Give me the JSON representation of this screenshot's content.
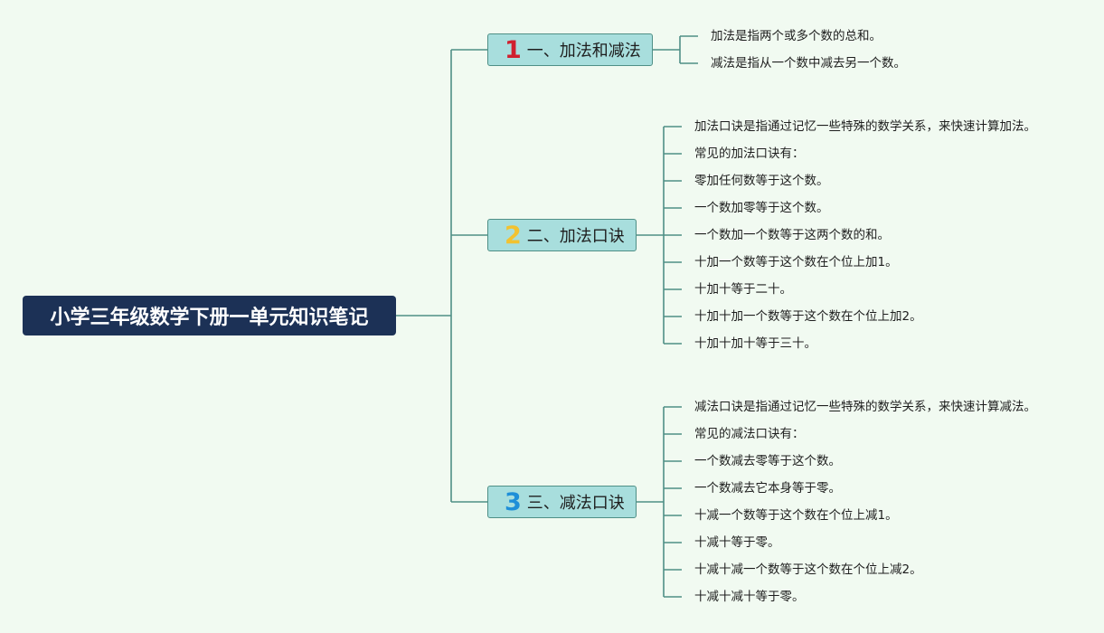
{
  "colors": {
    "background": "#f1faf1",
    "root_fill": "#1c3156",
    "branch_fill": "#a8dedd",
    "line": "#4f8f86",
    "num1": "#d0202e",
    "num2": "#f2c230",
    "num3": "#1e8fd8"
  },
  "root": {
    "title": "小学三年级数学下册一单元知识笔记"
  },
  "branches": [
    {
      "number": "1",
      "label": "一、加法和减法",
      "items": [
        "加法是指两个或多个数的总和。",
        "减法是指从一个数中减去另一个数。"
      ]
    },
    {
      "number": "2",
      "label": "二、加法口诀",
      "items": [
        "加法口诀是指通过记忆一些特殊的数学关系，来快速计算加法。",
        "常见的加法口诀有：",
        "零加任何数等于这个数。",
        "一个数加零等于这个数。",
        "一个数加一个数等于这两个数的和。",
        "十加一个数等于这个数在个位上加1。",
        "十加十等于二十。",
        "十加十加一个数等于这个数在个位上加2。",
        "十加十加十等于三十。"
      ]
    },
    {
      "number": "3",
      "label": "三、减法口诀",
      "items": [
        "减法口诀是指通过记忆一些特殊的数学关系，来快速计算减法。",
        "常见的减法口诀有：",
        "一个数减去零等于这个数。",
        "一个数减去它本身等于零。",
        "十减一个数等于这个数在个位上减1。",
        "十减十等于零。",
        "十减十减一个数等于这个数在个位上减2。",
        "十减十减十等于零。"
      ]
    }
  ]
}
